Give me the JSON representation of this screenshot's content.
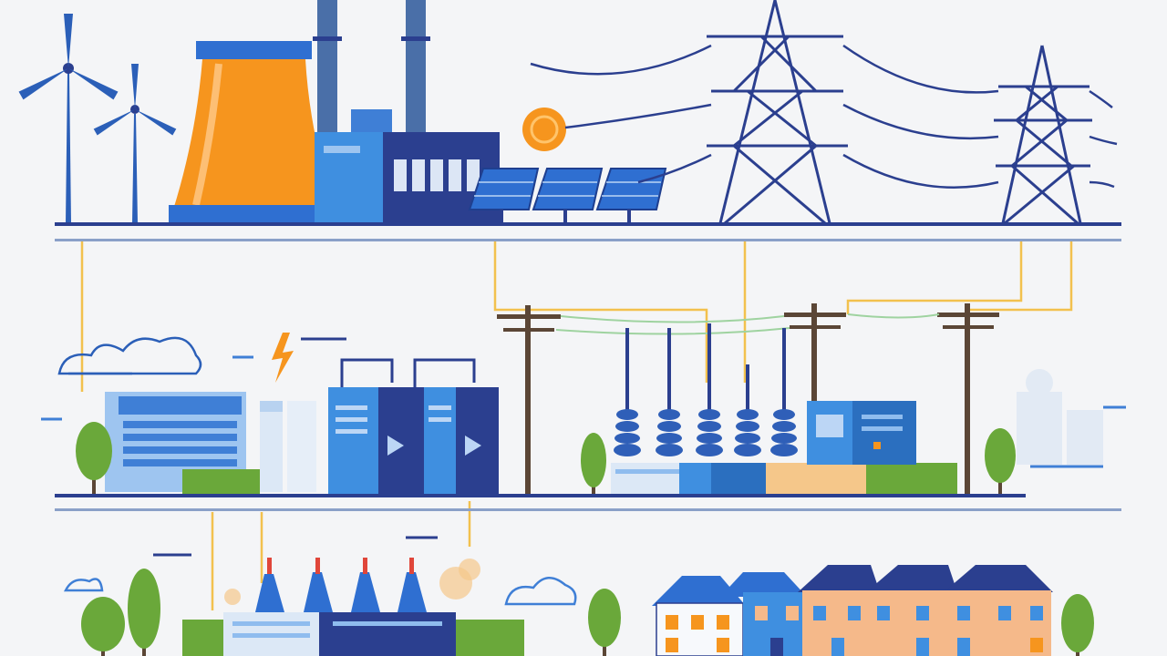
{
  "diagram": {
    "tiers": [
      "generation",
      "transmission",
      "distribution",
      "consumption"
    ],
    "colors": {
      "background": "#f4f5f7",
      "navy": "#2b3f8f",
      "blue": "#3f7fd6",
      "light_blue": "#8fbcee",
      "orange": "#f6951e",
      "yellow_wire": "#f2c14e",
      "green": "#6aa83a",
      "wood": "#5b4636",
      "peach": "#f5b98a"
    }
  }
}
